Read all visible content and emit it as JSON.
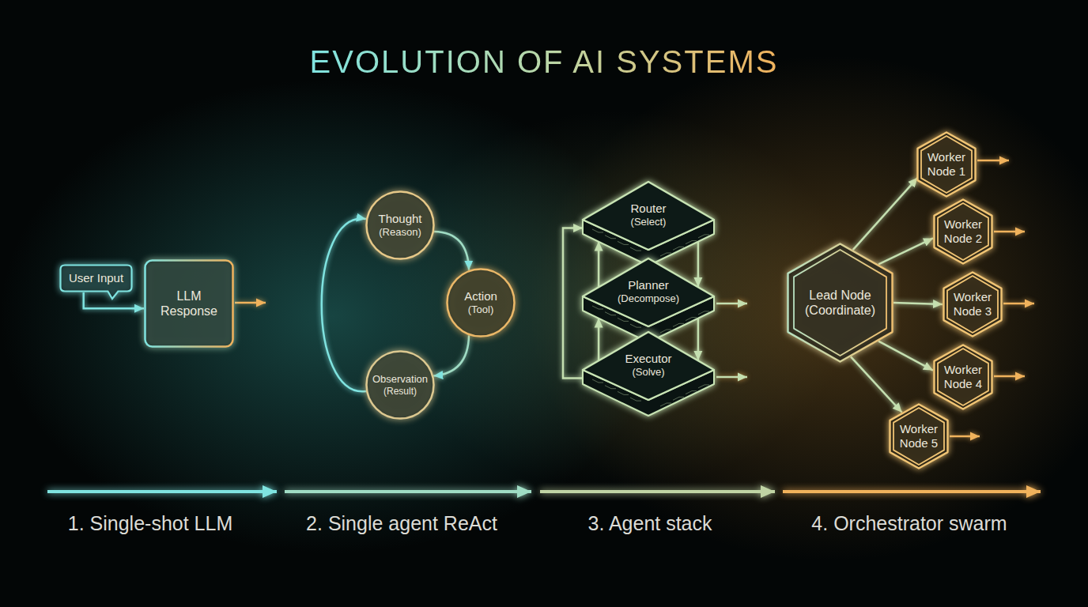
{
  "diagram": {
    "title": "EVOLUTION OF AI SYSTEMS",
    "nodes": [
      {
        "text": [
          "User Input"
        ]
      },
      {
        "text": [
          "LLM Response"
        ]
      },
      {
        "text": [
          "Thought",
          "(Reason)"
        ]
      },
      {
        "text": [
          "Action",
          "(Tool)"
        ]
      },
      {
        "text": [
          "Observation",
          "(Result)"
        ]
      },
      {
        "text": [
          "Router",
          "(Select)"
        ]
      },
      {
        "text": [
          "Planner",
          "(Decompose)"
        ]
      },
      {
        "text": [
          "Executor",
          "(Solve)"
        ]
      },
      {
        "text": [
          "Lead Node",
          "(Coordinate)"
        ]
      },
      {
        "text": [
          "Worker Node 1"
        ]
      },
      {
        "text": [
          "Worker Node 2"
        ]
      },
      {
        "text": [
          "Worker Node 3"
        ]
      },
      {
        "text": [
          "Worker Node 4"
        ]
      },
      {
        "text": [
          "Worker Node 5"
        ]
      }
    ],
    "edges": [
      {
        "from": 0,
        "to": 1,
        "arrow": "to"
      },
      {
        "from": 2,
        "to": 3,
        "arrow": "to"
      },
      {
        "from": 3,
        "to": 4,
        "arrow": "to"
      },
      {
        "from": 4,
        "to": 2,
        "arrow": "to"
      },
      {
        "from": 5,
        "to": 6,
        "arrow": "to"
      },
      {
        "from": 6,
        "to": 5,
        "arrow": "to"
      },
      {
        "from": 6,
        "to": 7,
        "arrow": "to"
      },
      {
        "from": 7,
        "to": 6,
        "arrow": "to"
      },
      {
        "from": 7,
        "to": 5,
        "arrow": "to"
      },
      {
        "from": 8,
        "to": 9,
        "arrow": "to"
      },
      {
        "from": 8,
        "to": 10,
        "arrow": "to"
      },
      {
        "from": 8,
        "to": 11,
        "arrow": "to"
      },
      {
        "from": 8,
        "to": 12,
        "arrow": "to"
      },
      {
        "from": 8,
        "to": 13,
        "arrow": "to"
      }
    ],
    "labels": [
      "1. Single-shot LLM",
      "2. Single agent ReAct",
      "3. Agent stack",
      "4. Orchestrator swarm"
    ]
  }
}
